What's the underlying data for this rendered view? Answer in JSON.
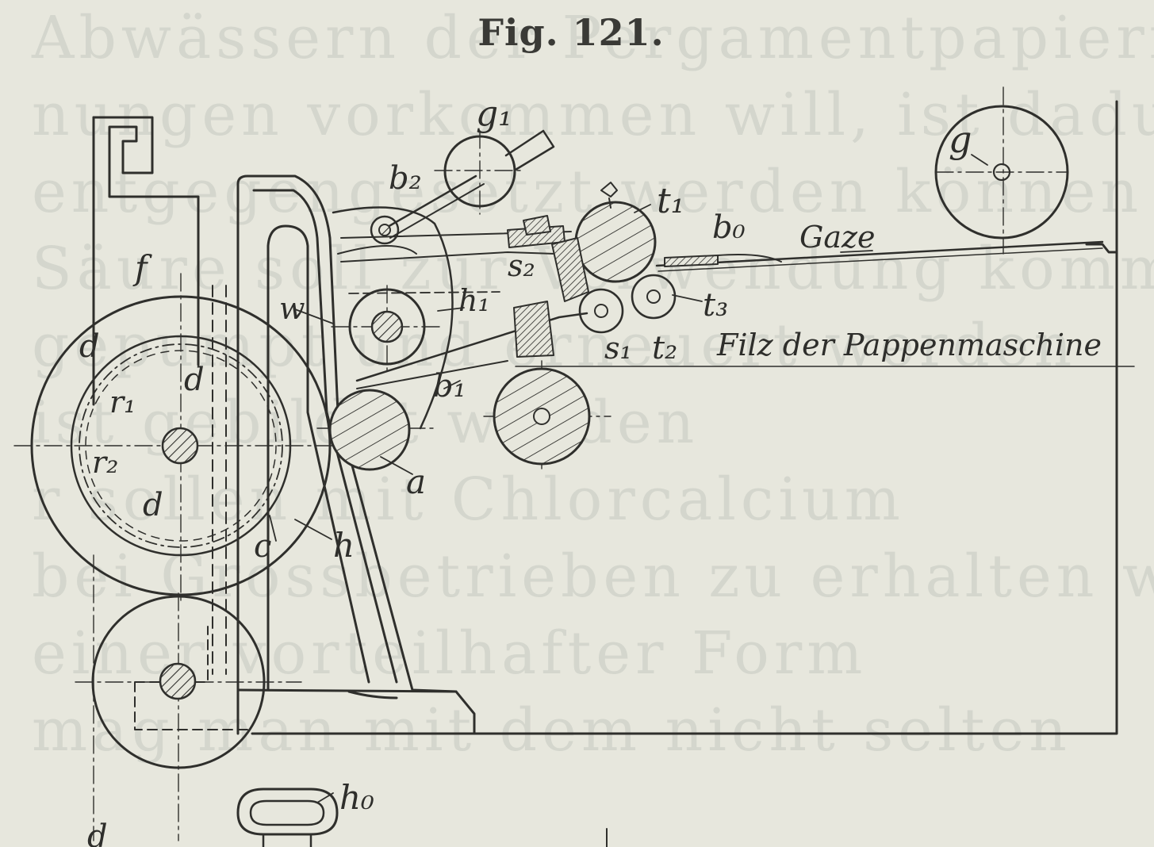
{
  "figure": {
    "title": "Fig. 121.",
    "ink_color": "#2f2f2c",
    "paper_color": "#e7e7dd"
  },
  "background_text": [
    "Abwässern der Pergamentpapierfabriken",
    "nungen vorkommen will, ist dadurch gegeben",
    "entgegengesetzt werden können behandelten",
    "Säure soll zur Verwendung kommt",
    "gepumpt und erneuert werden",
    "ist gebildet worden",
    "r sollen mit Chlorcalcium",
    "bei Grossbetrieben zu erhalten werden",
    "einer vorteilhafter Form",
    "mag man mit dem nicht selten"
  ],
  "labels": {
    "g": "g",
    "g1": "g₁",
    "b2": "b₂",
    "t1": "t₁",
    "b0": "b₀",
    "gaze": "Gaze",
    "f": "f",
    "w": "w",
    "h1": "h₁",
    "s2": "s₂",
    "t3": "t₃",
    "s1": "s₁",
    "t2": "t₂",
    "filz": "Filz der Pappenmaschine",
    "d_left": "d",
    "d_inner": "d",
    "r1": "r₁",
    "r2": "r₂",
    "d_bottom": "d",
    "b1": "b₁",
    "a": "a",
    "h": "h",
    "c": "c",
    "h0": "h₀",
    "d_foot": "d"
  }
}
